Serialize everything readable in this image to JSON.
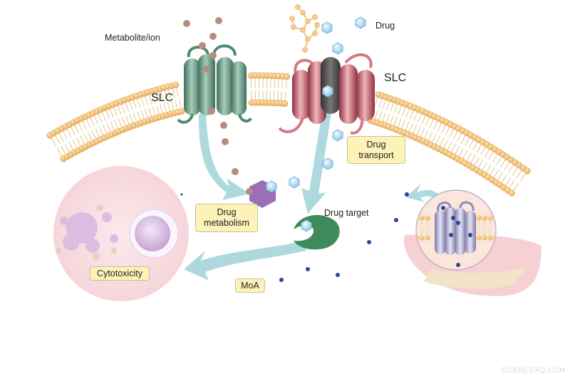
{
  "labels": {
    "metabolite_ion": "Metabolite/ion",
    "drug": "Drug",
    "slc_left": "SLC",
    "slc_right": "SLC",
    "drug_transport": "Drug\ntransport",
    "drug_metabolism": "Drug\nmetabolism",
    "drug_target": "Drug target",
    "cytotoxicity": "Cytotoxicity",
    "moa": "MoA",
    "watermark": "SCIENCEAQ.COM"
  },
  "colors": {
    "membrane_head": "#f5c57a",
    "membrane_tail": "#e9d6a8",
    "slc_green": "#5f9a82",
    "slc_red": "#c8646e",
    "slc_purple": "#a6a2c8",
    "arrow": "#9fd0d6",
    "metabolite": "#b68c7e",
    "drug_molecule": "#b7dbef",
    "target": "#3f8a5d",
    "metabolism_hexagon": "#9b6fb8",
    "dot": "#274a8c",
    "label_box": "#fdf2b8"
  }
}
